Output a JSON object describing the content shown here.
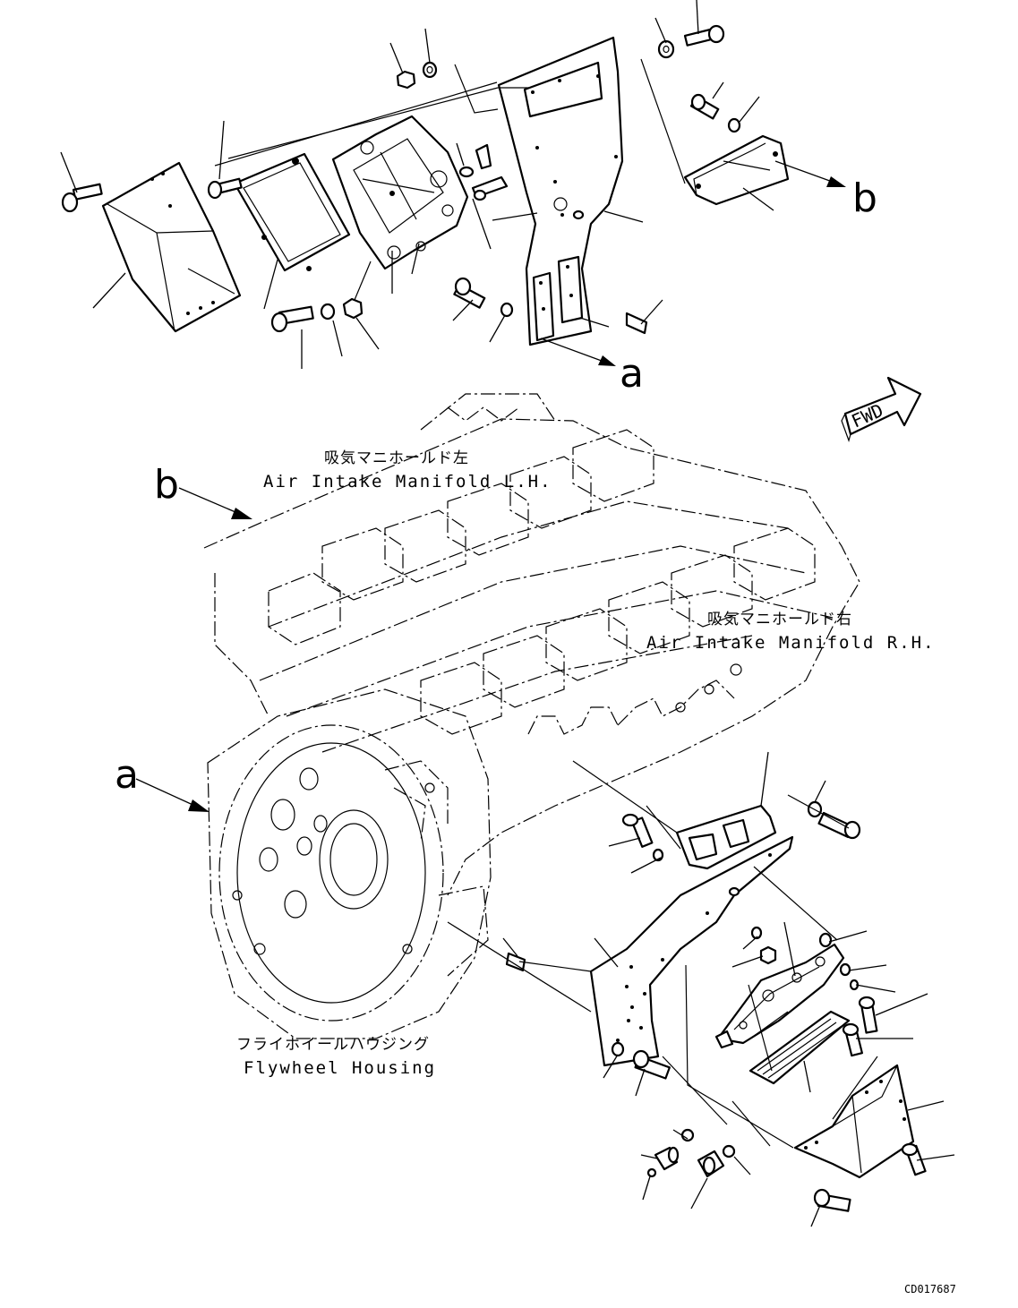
{
  "labels": {
    "air_intake_lh_jp": "吸気マニホールド左",
    "air_intake_lh_en": "Air Intake Manifold L.H.",
    "air_intake_rh_jp": "吸気マニホールド右",
    "air_intake_rh_en": "Air Intake Manifold R.H.",
    "flywheel_jp": "フライホイールハウジング",
    "flywheel_en": "Flywheel Housing",
    "fwd": "FWD",
    "ref_a": "a",
    "ref_b": "b",
    "drawing_code": "CD017687"
  }
}
